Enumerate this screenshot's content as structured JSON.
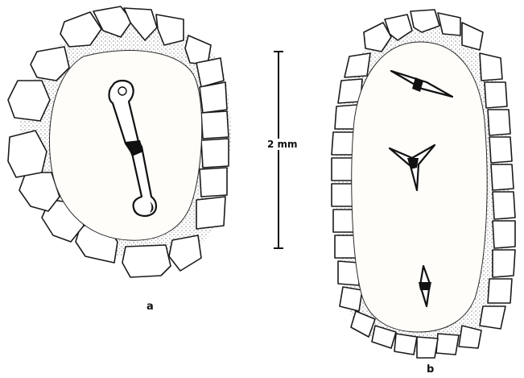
{
  "figure": {
    "label_a": "a",
    "label_b": "b",
    "scale_bar_label": "2 mm"
  }
}
